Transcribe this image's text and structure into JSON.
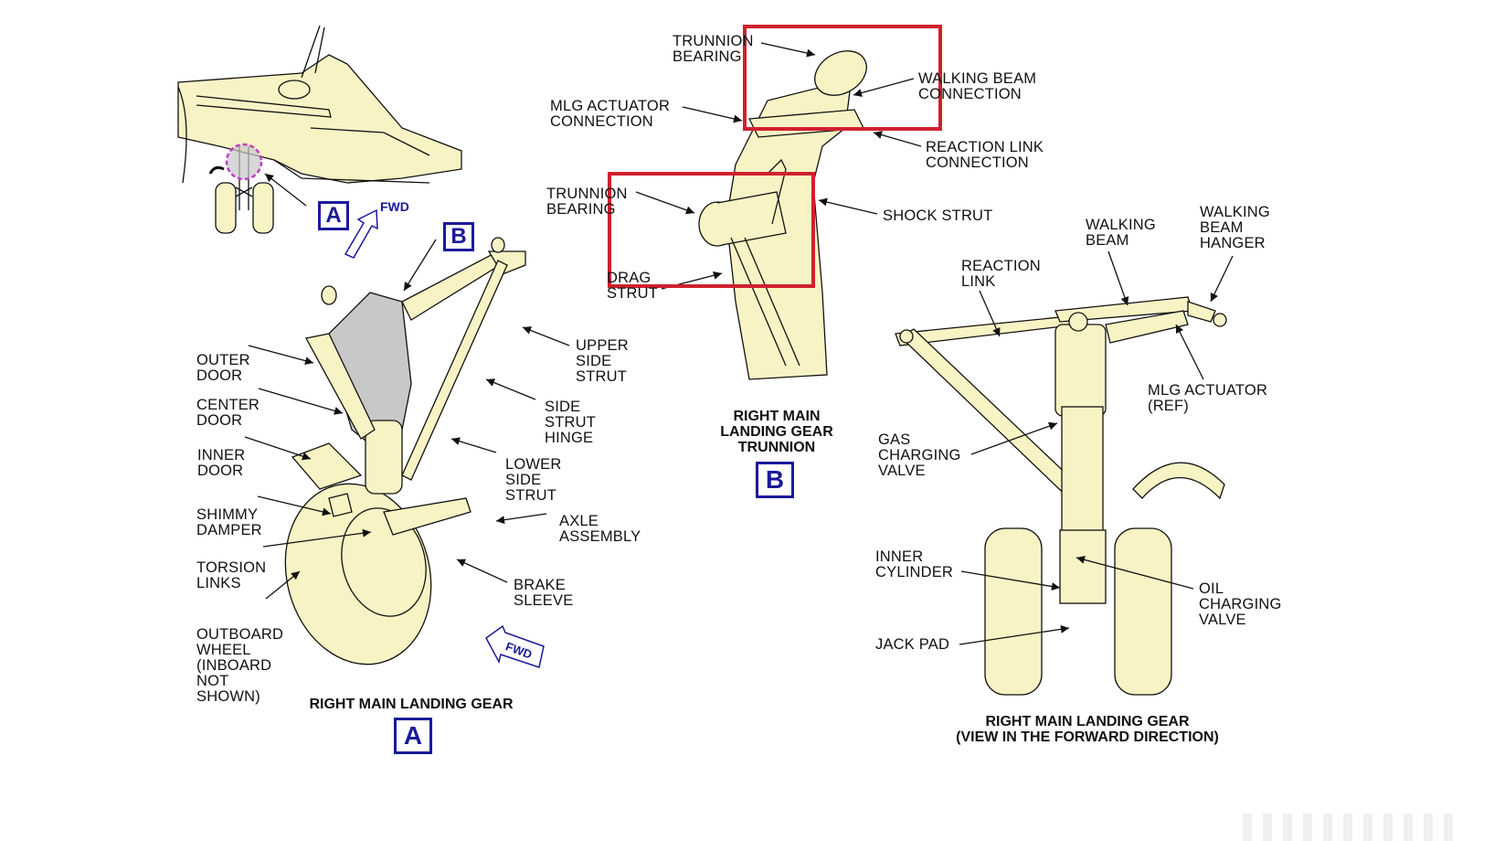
{
  "figure": {
    "colors": {
      "part_fill": "#f8f3c4",
      "highlight_fill": "#c8c8c8",
      "ref_blue": "#1a1a9a",
      "annotation_red": "#d0202e",
      "locator_magenta": "#c040c0"
    },
    "locator": {
      "ref_a": "A",
      "ref_b": "B",
      "fwd": "FWD"
    },
    "view_a": {
      "caption": "RIGHT MAIN LANDING GEAR",
      "ref": "A",
      "fwd": "FWD",
      "labels": [
        "OUTER\nDOOR",
        "CENTER\nDOOR",
        "INNER\nDOOR",
        "SHIMMY\nDAMPER",
        "TORSION\nLINKS",
        "OUTBOARD\nWHEEL\n(INBOARD\nNOT\nSHOWN)",
        "UPPER\nSIDE\nSTRUT",
        "SIDE\nSTRUT\nHINGE",
        "LOWER\nSIDE\nSTRUT",
        "AXLE\nASSEMBLY",
        "BRAKE\nSLEEVE"
      ]
    },
    "view_b": {
      "caption": "RIGHT MAIN\nLANDING GEAR\nTRUNNION",
      "ref": "B",
      "labels": [
        "TRUNNION\nBEARING",
        "MLG ACTUATOR\nCONNECTION",
        "TRUNNION\nBEARING",
        "DRAG\nSTRUT",
        "WALKING BEAM\nCONNECTION",
        "REACTION LINK\nCONNECTION",
        "SHOCK STRUT"
      ]
    },
    "view_c": {
      "caption": "RIGHT MAIN LANDING GEAR\n(VIEW IN THE FORWARD DIRECTION)",
      "labels": [
        "REACTION\nLINK",
        "WALKING\nBEAM",
        "WALKING\nBEAM\nHANGER",
        "MLG ACTUATOR\n(REF)",
        "GAS\nCHARGING\nVALVE",
        "INNER\nCYLINDER",
        "JACK PAD",
        "OIL\nCHARGING\nVALVE"
      ]
    }
  }
}
